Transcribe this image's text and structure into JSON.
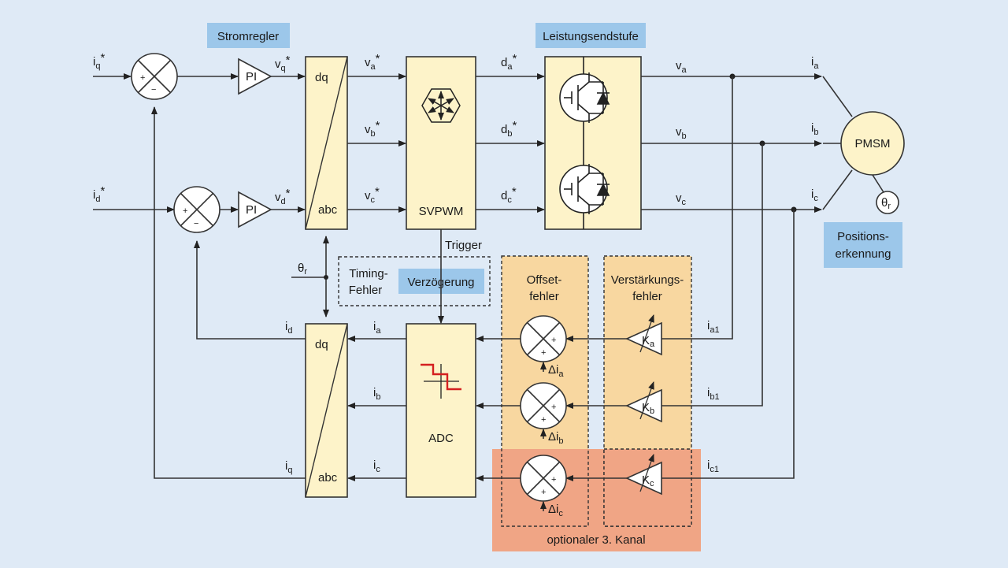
{
  "colors": {
    "background": "#dfeaf6",
    "block_fill": "#fdf3c9",
    "label_box": "#9cc7ea",
    "offset_zone": "#f8d7a0",
    "channel3_zone": "#f0a585",
    "adc_trace": "#d42020"
  },
  "headers": {
    "current_controller": "Stromregler",
    "power_stage": "Leistungsendstufe",
    "position_detection_line1": "Positions-",
    "position_detection_line2": "erkennung",
    "delay": "Verzögerung",
    "timing_error_line1": "Timing-",
    "timing_error_line2": "Fehler",
    "offset_error_line1": "Offset-",
    "offset_error_line2": "fehler",
    "gain_error_line1": "Verstärkungs-",
    "gain_error_line2": "fehler",
    "optional_channel": "optionaler 3. Kanal"
  },
  "blocks": {
    "pi": "PI",
    "dq": "dq",
    "abc": "abc",
    "svpwm": "SVPWM",
    "adc": "ADC",
    "pmsm": "PMSM",
    "trigger": "Trigger"
  },
  "signals": {
    "iq_ref": "i",
    "iq_ref_sub": "q",
    "iq_ref_sup": "*",
    "id_ref": "i",
    "id_ref_sub": "d",
    "id_ref_sup": "*",
    "vq_ref": "v",
    "vq_ref_sub": "q",
    "vq_ref_sup": "*",
    "vd_ref": "v",
    "vd_ref_sub": "d",
    "vd_ref_sup": "*",
    "va_ref": "v",
    "va_ref_sub": "a",
    "va_ref_sup": "*",
    "vb_ref": "v",
    "vb_ref_sub": "b",
    "vb_ref_sup": "*",
    "vc_ref": "v",
    "vc_ref_sub": "c",
    "vc_ref_sup": "*",
    "da_ref": "d",
    "da_ref_sub": "a",
    "da_ref_sup": "*",
    "db_ref": "d",
    "db_ref_sub": "b",
    "db_ref_sup": "*",
    "dc_ref": "d",
    "dc_ref_sub": "c",
    "dc_ref_sup": "*",
    "va": "v",
    "va_sub": "a",
    "vb": "v",
    "vb_sub": "b",
    "vc": "v",
    "vc_sub": "c",
    "ia": "i",
    "ia_sub": "a",
    "ib": "i",
    "ib_sub": "b",
    "ic": "i",
    "ic_sub": "c",
    "ia1": "i",
    "ia1_sub": "a1",
    "ib1": "i",
    "ib1_sub": "b1",
    "ic1": "i",
    "ic1_sub": "c1",
    "ka": "K",
    "ka_sub": "a",
    "kb": "K",
    "kb_sub": "b",
    "kc": "K",
    "kc_sub": "c",
    "dia": "Δi",
    "dia_sub": "a",
    "dib": "Δi",
    "dib_sub": "b",
    "dic": "Δi",
    "dic_sub": "c",
    "theta": "θ",
    "theta_sub": "r",
    "id_fb": "i",
    "id_fb_sub": "d",
    "iq_fb": "i",
    "iq_fb_sub": "q",
    "plus": "+",
    "minus": "−"
  }
}
